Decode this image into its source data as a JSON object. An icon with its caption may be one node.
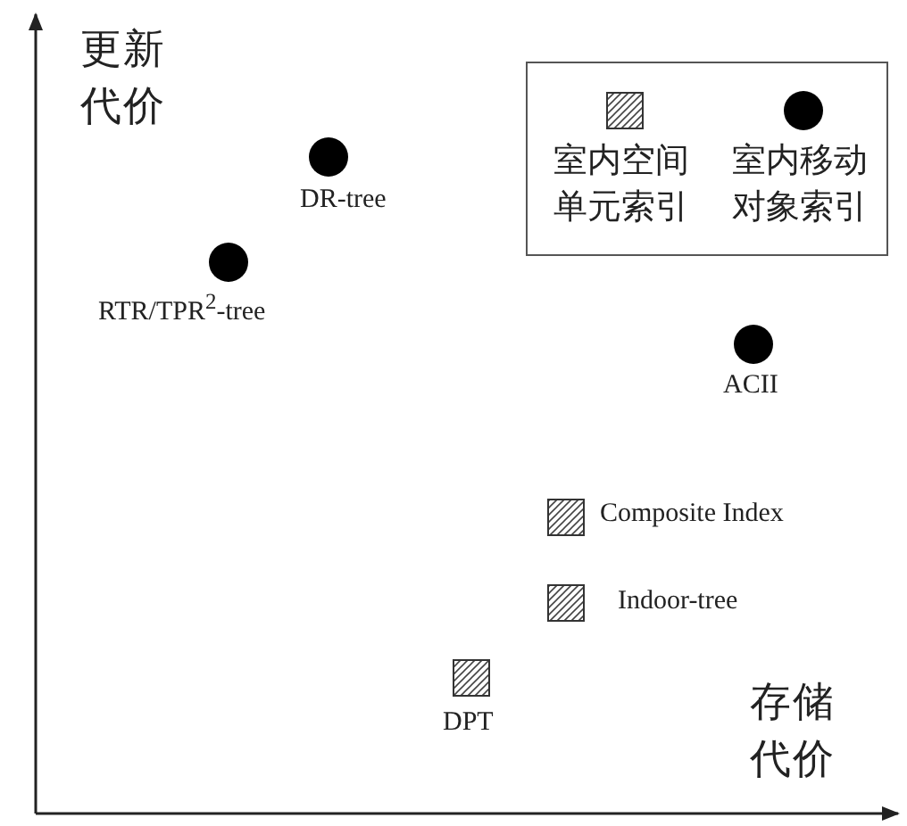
{
  "diagram": {
    "labels": [
      "更新代价",
      "DR-tree",
      "RTR/TPR$^{2}$-tree",
      "ACII",
      "Composite Index",
      "Indoor-tree",
      "DPT",
      "存储代价"
    ],
    "legend": [
      {
        "text": "室内空间单元索引"
      },
      {
        "text": "室内移动对象索引"
      }
    ]
  }
}
